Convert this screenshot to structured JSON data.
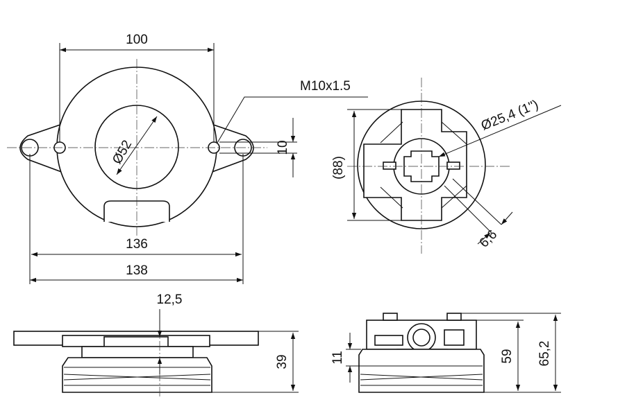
{
  "dimensions": {
    "width_100": "100",
    "thread": "M10x1.5",
    "bore_dia": "Ø52",
    "hole_dia": "10",
    "width_136": "136",
    "width_138": "138",
    "size_88": "(88)",
    "shaft_dia": "Ø25,4 (1\")",
    "key_66": "6,6",
    "offset_125": "12,5",
    "height_39": "39",
    "height_11": "11",
    "height_59": "59",
    "height_652": "65,2"
  },
  "colors": {
    "line": "#111111",
    "background": "#ffffff"
  }
}
